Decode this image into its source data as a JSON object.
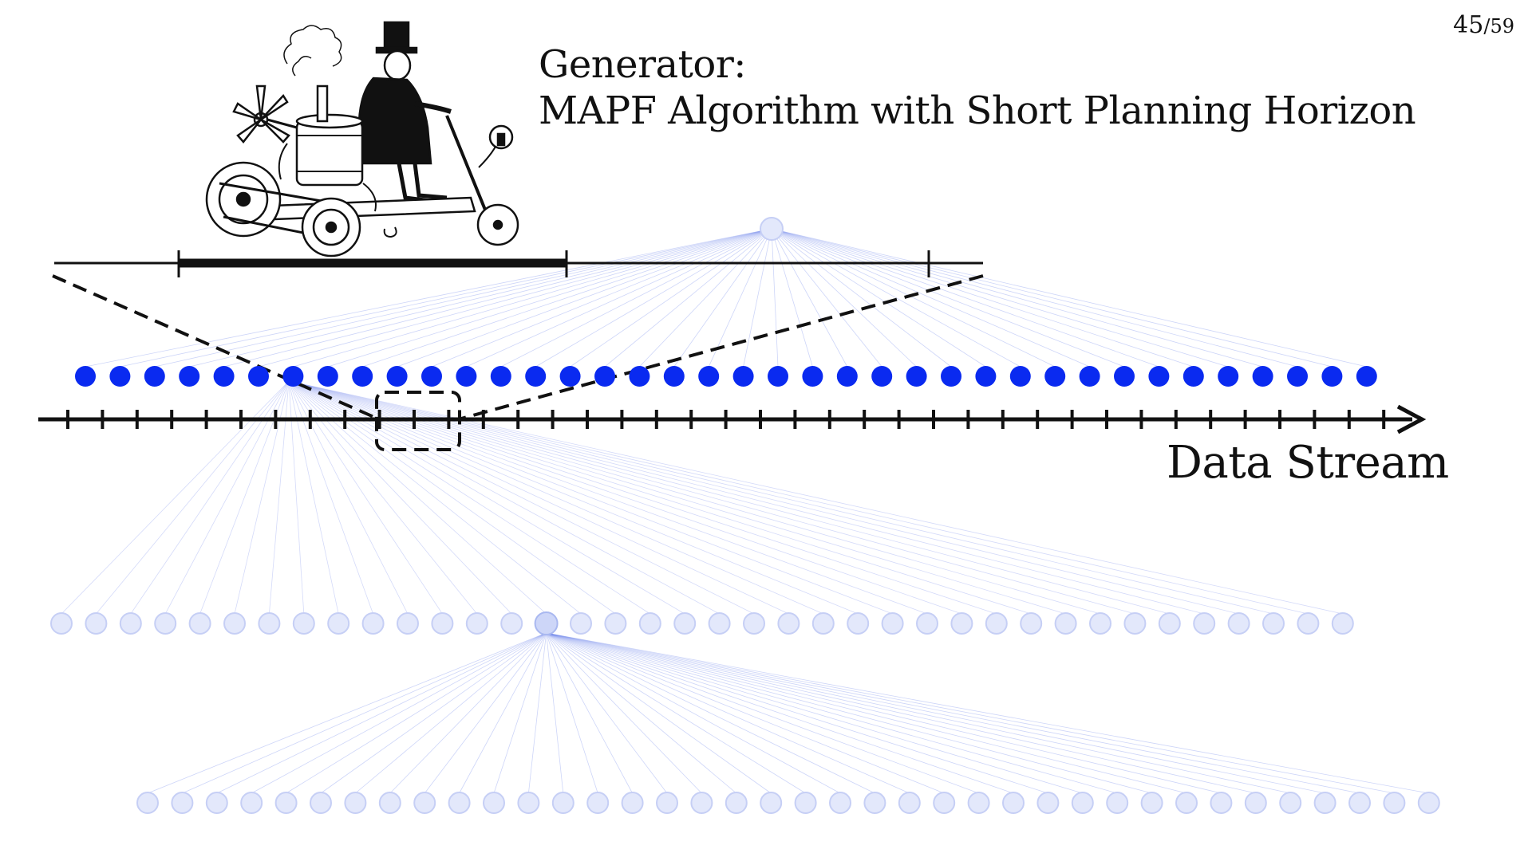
{
  "page": {
    "current": "45",
    "separator": "/",
    "total": "59"
  },
  "title": {
    "line1": "Generator:",
    "line2": "MAPF Algorithm with Short Planning Horizon"
  },
  "stream": {
    "label": "Data Stream"
  },
  "diagram": {
    "illustration": "steam-tricycle-gentleman-illustration",
    "rows": [
      {
        "name": "samples-row",
        "count": 38,
        "style": "solid"
      },
      {
        "name": "middle-faded-row",
        "count": 38,
        "style": "faded",
        "highlight_index": 14
      },
      {
        "name": "bottom-faded-row",
        "count": 38,
        "style": "faded"
      }
    ],
    "ticks": 39,
    "colors": {
      "solid": "#0a2af0",
      "faded_fill": "#e3e8fb",
      "faded_stroke": "#c6cff5",
      "fan": "#6f86ea"
    }
  }
}
